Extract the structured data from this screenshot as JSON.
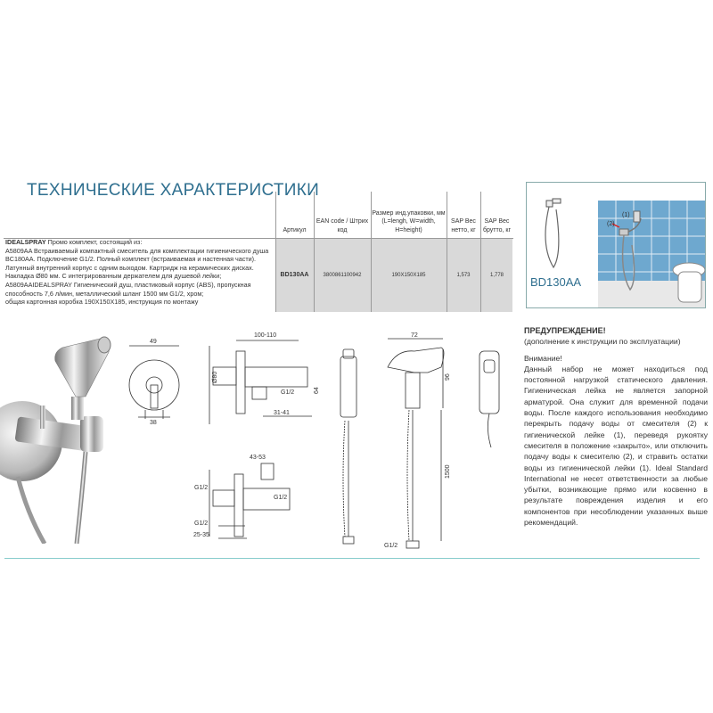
{
  "title": "ТЕХНИЧЕСКИЕ ХАРАКТЕРИСТИКИ",
  "table": {
    "headers": {
      "article": "Артикул",
      "ean": "EAN code / Штрих код",
      "size": "Размер инд.упаковки, мм (L=lengh, W=width, H=height)",
      "net": "SAP Вес нетто, кг",
      "gross": "SAP Вес брутто, кг"
    },
    "description_brand": "IDEALSPRAY",
    "description_text": " Промо комплект, состоящий из:\nA5809AA Встраиваемый компактный смеситель для комплектации гигиенического душа BC180AA. Подключение G1/2. Полный комплект (встраиваемая и настенная части).\nЛатунный внутренний корпус с одним выходом. Картридж на керамических дисках. Накладка Ø80 мм. С интегрированным держателем для душевой лейки;\nA5809AAIDEALSPRAY Гигиенический душ, пластиковый корпус (ABS), пропускная способность 7,6 л/мин, металлический шланг 1500 мм G1/2, хром;\nобщая картонная коробка 190X150X185, инструкция по монтажу",
    "row": {
      "article": "BD130AA",
      "ean": "3800861100942",
      "size": "190X150X185",
      "net": "1,573",
      "gross": "1,778"
    }
  },
  "image_label": "BD130AA",
  "image_callouts": {
    "one": "(1)",
    "two": "(2)"
  },
  "warning": {
    "heading": "ПРЕДУПРЕЖДЕНИЕ!",
    "subheading": "(дополнение к инструкции по эксплуатации)",
    "attention": "Внимание!",
    "body": "Данный набор не может находиться под постоянной нагрузкой статического давления. Гигиеническая лейка не является запорной арматурой. Она служит для временной подачи воды. После каждого использования необходимо перекрыть подачу воды от смесителя (2) к гигиенической лейке (1), переведя рукоятку смесителя в положение «закрыто», или отключить подачу воды к смесителю (2), и стравить остатки воды из гигиенической лейки (1). Ideal Standard International не несет ответственности за любые убытки, возникающие прямо или косвенно в результате повреждения изделия и его компонентов при несоблюдении указанных выше рекомендаций."
  },
  "dimensions": {
    "d49": "49",
    "d38": "38",
    "d100_110": "100-110",
    "d80": "Ø80",
    "d64": "64",
    "g12_a": "G1/2",
    "d31_41": "31-41",
    "d43_53": "43-53",
    "g12_b": "G1/2",
    "g12_c": "G1/2",
    "g12_d": "G1/2",
    "d25_35": "25-35",
    "d72": "72",
    "d96": "96",
    "d1500": "1500",
    "g12_e": "G1/2"
  }
}
